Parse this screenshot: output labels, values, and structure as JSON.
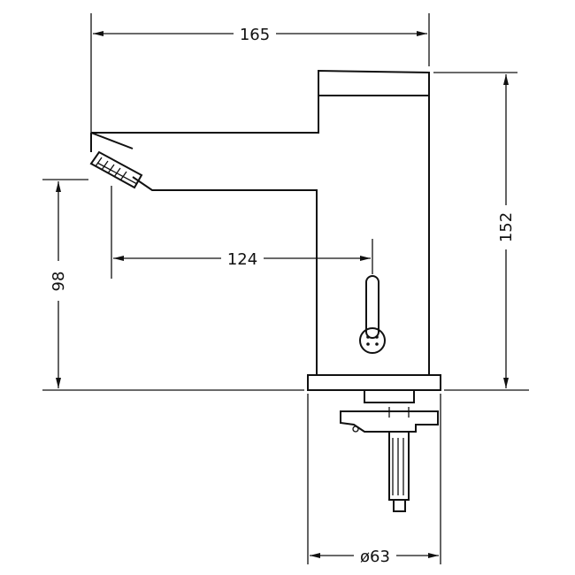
{
  "drawing": {
    "dimensions": {
      "overall_width": "165",
      "overall_height": "152",
      "spout_height": "98",
      "spout_reach": "124",
      "base_diameter": "ø63"
    }
  }
}
